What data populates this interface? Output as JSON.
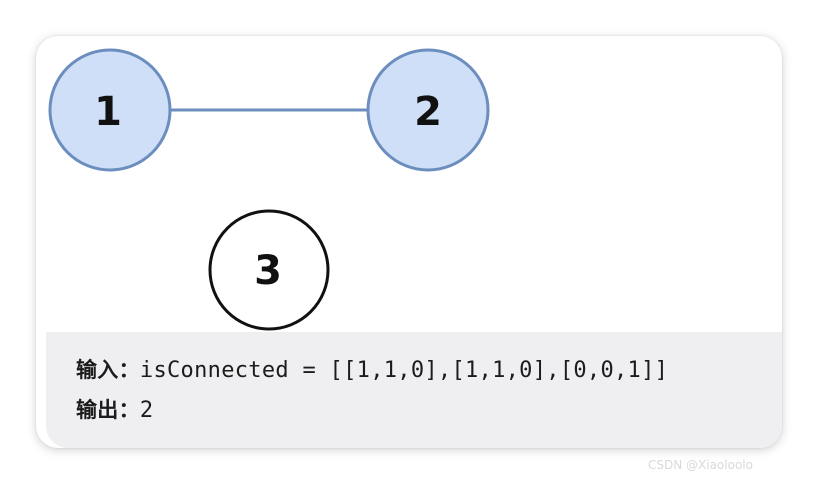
{
  "graph": {
    "nodes": [
      {
        "id": "1",
        "label": "1",
        "style": "highlighted"
      },
      {
        "id": "2",
        "label": "2",
        "style": "highlighted"
      },
      {
        "id": "3",
        "label": "3",
        "style": "plain"
      }
    ],
    "edges": [
      {
        "from": "1",
        "to": "2"
      }
    ],
    "colors": {
      "highlighted_fill": "#cfdff7",
      "highlighted_stroke": "#6c8ebf",
      "plain_fill": "#ffffff",
      "plain_stroke": "#111111",
      "edge": "#6c8ebf"
    }
  },
  "example": {
    "input_label": "输入",
    "input_sep": "：",
    "input_value": "isConnected = [[1,1,0],[1,1,0],[0,0,1]]",
    "output_label": "输出",
    "output_sep": "：",
    "output_value": "2"
  },
  "watermark": "CSDN @Xiaoloolo"
}
